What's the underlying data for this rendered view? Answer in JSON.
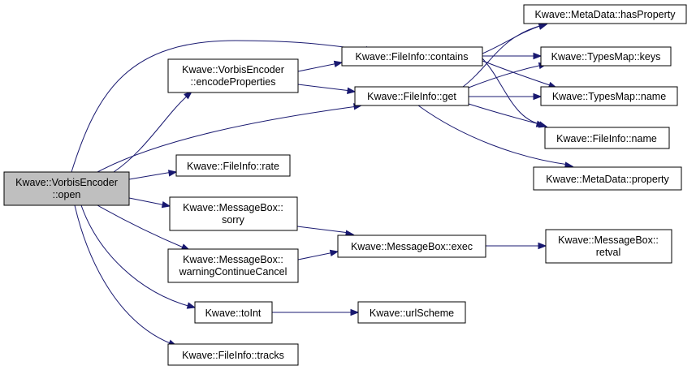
{
  "nodes": [
    {
      "id": "open",
      "lines": [
        "Kwave::VorbisEncoder",
        "::open"
      ]
    },
    {
      "id": "encodeProperties",
      "lines": [
        "Kwave::VorbisEncoder",
        "::encodeProperties"
      ]
    },
    {
      "id": "contains",
      "lines": [
        "Kwave::FileInfo::contains"
      ]
    },
    {
      "id": "get",
      "lines": [
        "Kwave::FileInfo::get"
      ]
    },
    {
      "id": "hasProperty",
      "lines": [
        "Kwave::MetaData::hasProperty"
      ]
    },
    {
      "id": "keys",
      "lines": [
        "Kwave::TypesMap::keys"
      ]
    },
    {
      "id": "tmname",
      "lines": [
        "Kwave::TypesMap::name"
      ]
    },
    {
      "id": "finame",
      "lines": [
        "Kwave::FileInfo::name"
      ]
    },
    {
      "id": "property",
      "lines": [
        "Kwave::MetaData::property"
      ]
    },
    {
      "id": "rate",
      "lines": [
        "Kwave::FileInfo::rate"
      ]
    },
    {
      "id": "sorry",
      "lines": [
        "Kwave::MessageBox::",
        "sorry"
      ]
    },
    {
      "id": "warning",
      "lines": [
        "Kwave::MessageBox::",
        "warningContinueCancel"
      ]
    },
    {
      "id": "exec",
      "lines": [
        "Kwave::MessageBox::exec"
      ]
    },
    {
      "id": "retval",
      "lines": [
        "Kwave::MessageBox::",
        "retval"
      ]
    },
    {
      "id": "toInt",
      "lines": [
        "Kwave::toInt"
      ]
    },
    {
      "id": "urlScheme",
      "lines": [
        "Kwave::urlScheme"
      ]
    },
    {
      "id": "tracks",
      "lines": [
        "Kwave::FileInfo::tracks"
      ]
    }
  ],
  "edges": [
    [
      "open",
      "encodeProperties"
    ],
    [
      "open",
      "contains"
    ],
    [
      "open",
      "get"
    ],
    [
      "open",
      "rate"
    ],
    [
      "open",
      "sorry"
    ],
    [
      "open",
      "warning"
    ],
    [
      "open",
      "toInt"
    ],
    [
      "open",
      "tracks"
    ],
    [
      "encodeProperties",
      "contains"
    ],
    [
      "encodeProperties",
      "get"
    ],
    [
      "contains",
      "hasProperty"
    ],
    [
      "contains",
      "keys"
    ],
    [
      "contains",
      "tmname"
    ],
    [
      "contains",
      "finame"
    ],
    [
      "get",
      "hasProperty"
    ],
    [
      "get",
      "keys"
    ],
    [
      "get",
      "tmname"
    ],
    [
      "get",
      "finame"
    ],
    [
      "get",
      "property"
    ],
    [
      "sorry",
      "exec"
    ],
    [
      "warning",
      "exec"
    ],
    [
      "exec",
      "retval"
    ],
    [
      "toInt",
      "urlScheme"
    ]
  ],
  "colors": {
    "edge": "#191970",
    "root_fill": "#bfbfbf",
    "node_fill": "#ffffff",
    "node_border": "#000000"
  }
}
